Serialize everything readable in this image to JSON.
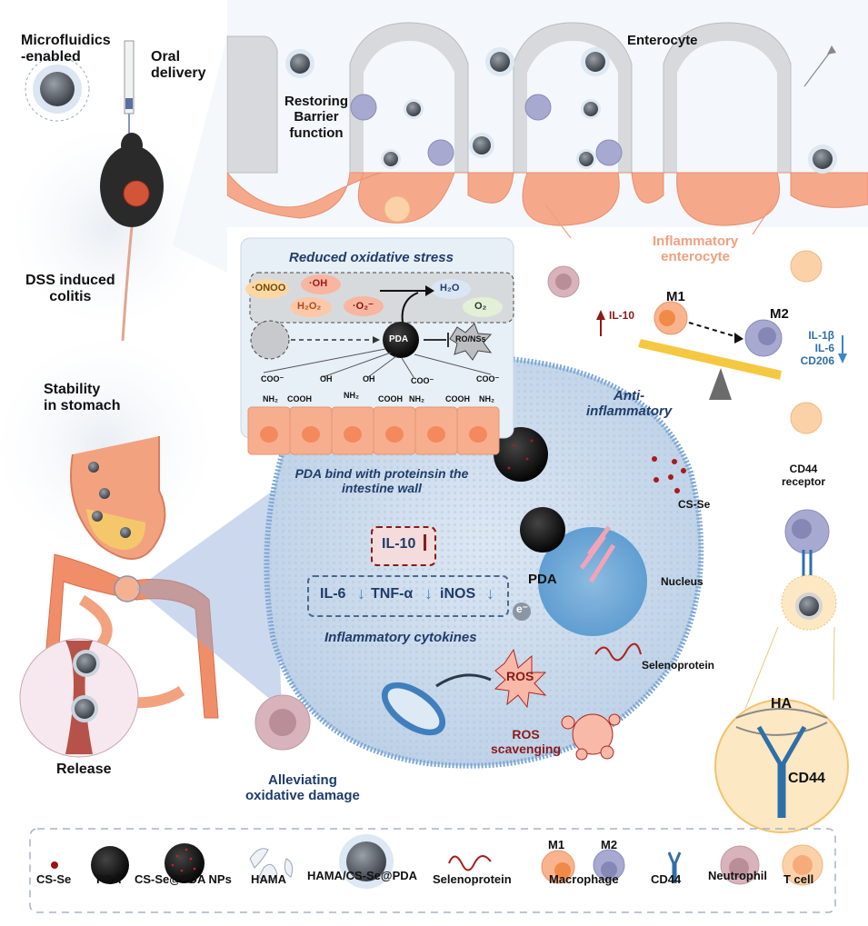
{
  "figure": {
    "title": "HAMA/CS-Se@PDA oral delivery for DSS-induced colitis treatment schematic"
  },
  "left_panel": {
    "microfluidics": "Microfluidics\n-enabled",
    "oral_delivery": "Oral\ndelivery",
    "dss_colitis": "DSS induced\ncolitis",
    "stability": "Stability\nin stomach",
    "release": "Release"
  },
  "top_panel": {
    "restoring": "Restoring\nBarrier\nfunction",
    "enterocyte": "Enterocyte",
    "inflammatory_enterocyte": "Inflammatory\nenterocyte"
  },
  "oxidative_box": {
    "title": "Reduced oxidative stress",
    "species": [
      "·ONOO",
      "·OH",
      "H₂O₂",
      "·O₂⁻"
    ],
    "products": [
      "H₂O",
      "O₂"
    ],
    "pda_label": "PDA",
    "ronss_label": "RO/NSs",
    "groups": [
      "COO⁻",
      "NH₂",
      "COOH",
      "OH",
      "NH₂",
      "OH",
      "COOH",
      "COO⁻",
      "NH₂",
      "COOH",
      "COO⁻",
      "NH₂"
    ],
    "caption": "PDA bind with proteinsin the\nintestine wall"
  },
  "macrophage_panel": {
    "m1": "M1",
    "m2": "M2",
    "il10": "IL-10",
    "m2_markers": "IL-1β\nIL-6\nCD206"
  },
  "cell_panel": {
    "anti_inflammatory": "Anti-\ninflammatory",
    "cs_se": "CS-Se",
    "pda": "PDA",
    "nucleus": "Nucleus",
    "electron": "e⁻",
    "il10_up": "IL-10",
    "cytokines": [
      "IL-6",
      "TNF-α",
      "iNOS"
    ],
    "cytokines_caption": "Inflammatory cytokines",
    "ros": "ROS",
    "ros_scavenging": "ROS\nscavenging",
    "selenoprotein": "Selenoprotein",
    "alleviating": "Alleviating\noxidative damage"
  },
  "cd44_panel": {
    "receptor": "CD44\nreceptor",
    "ha": "HA",
    "cd44": "CD44"
  },
  "legend": {
    "items": [
      {
        "label": "CS-Se",
        "icon": "cs-se-dot-icon"
      },
      {
        "label": "PDA",
        "icon": "pda-sphere-icon"
      },
      {
        "label": "CS-Se@PDA NPs",
        "icon": "cs-se-pda-np-icon"
      },
      {
        "label": "HAMA",
        "icon": "hama-droplet-icon"
      },
      {
        "label": "HAMA/CS-Se@PDA",
        "icon": "hama-cs-se-pda-icon"
      },
      {
        "label": "Selenoprotein",
        "icon": "selenoprotein-icon"
      },
      {
        "label": "Macrophage",
        "icon": "macrophage-icon"
      },
      {
        "label": "CD44",
        "icon": "cd44-icon"
      },
      {
        "label": "Neutrophil",
        "icon": "neutrophil-icon"
      },
      {
        "label": "T cell",
        "icon": "t-cell-icon"
      }
    ],
    "m1": "M1",
    "m2": "M2"
  },
  "colors": {
    "navy_text": "#1f3d6b",
    "up_arrow": "#8b1a1a",
    "down_arrow": "#3a86c8",
    "enterocyte_pink": "#f5a98a",
    "cell_blue": "#b9cde6",
    "nucleus_blue": "#6fa7d6",
    "balance_yellow": "#f5c842"
  }
}
